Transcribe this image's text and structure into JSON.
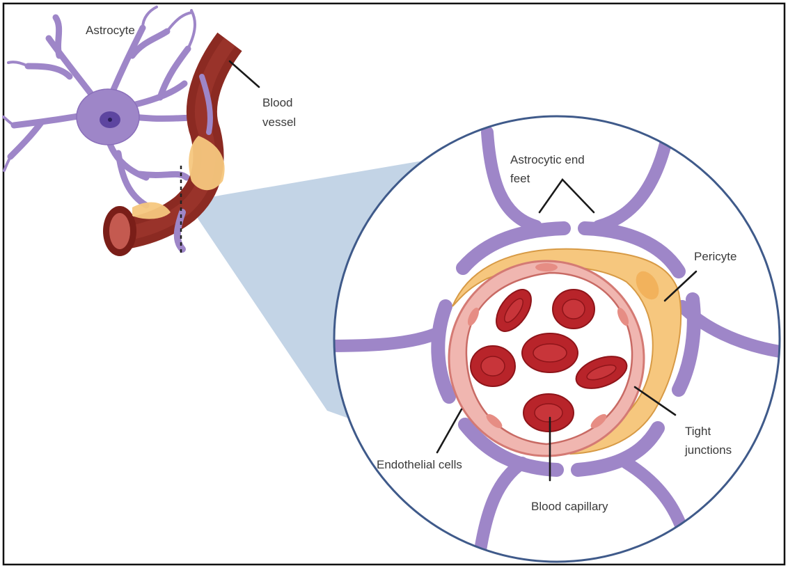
{
  "labels": {
    "astrocyte": "Astrocyte",
    "blood_vessel_line1": "Blood",
    "blood_vessel_line2": "vessel",
    "astrocytic_end_feet_line1": "Astrocytic end",
    "astrocytic_end_feet_line2": "feet",
    "pericyte": "Pericyte",
    "tight_junctions_line1": "Tight",
    "tight_junctions_line2": "junctions",
    "endothelial_cells": "Endothelial cells",
    "blood_capillary": "Blood capillary"
  },
  "colors": {
    "astrocyte": "#9e86c8",
    "blood_vessel": "#8b2a22",
    "red_blood_cell": "#b8242a",
    "pericyte": "#f6c77e",
    "endothelium": "#f0b6b0",
    "zoom_wedge": "#b9cde2",
    "circle_border": "#3f5a8a"
  }
}
